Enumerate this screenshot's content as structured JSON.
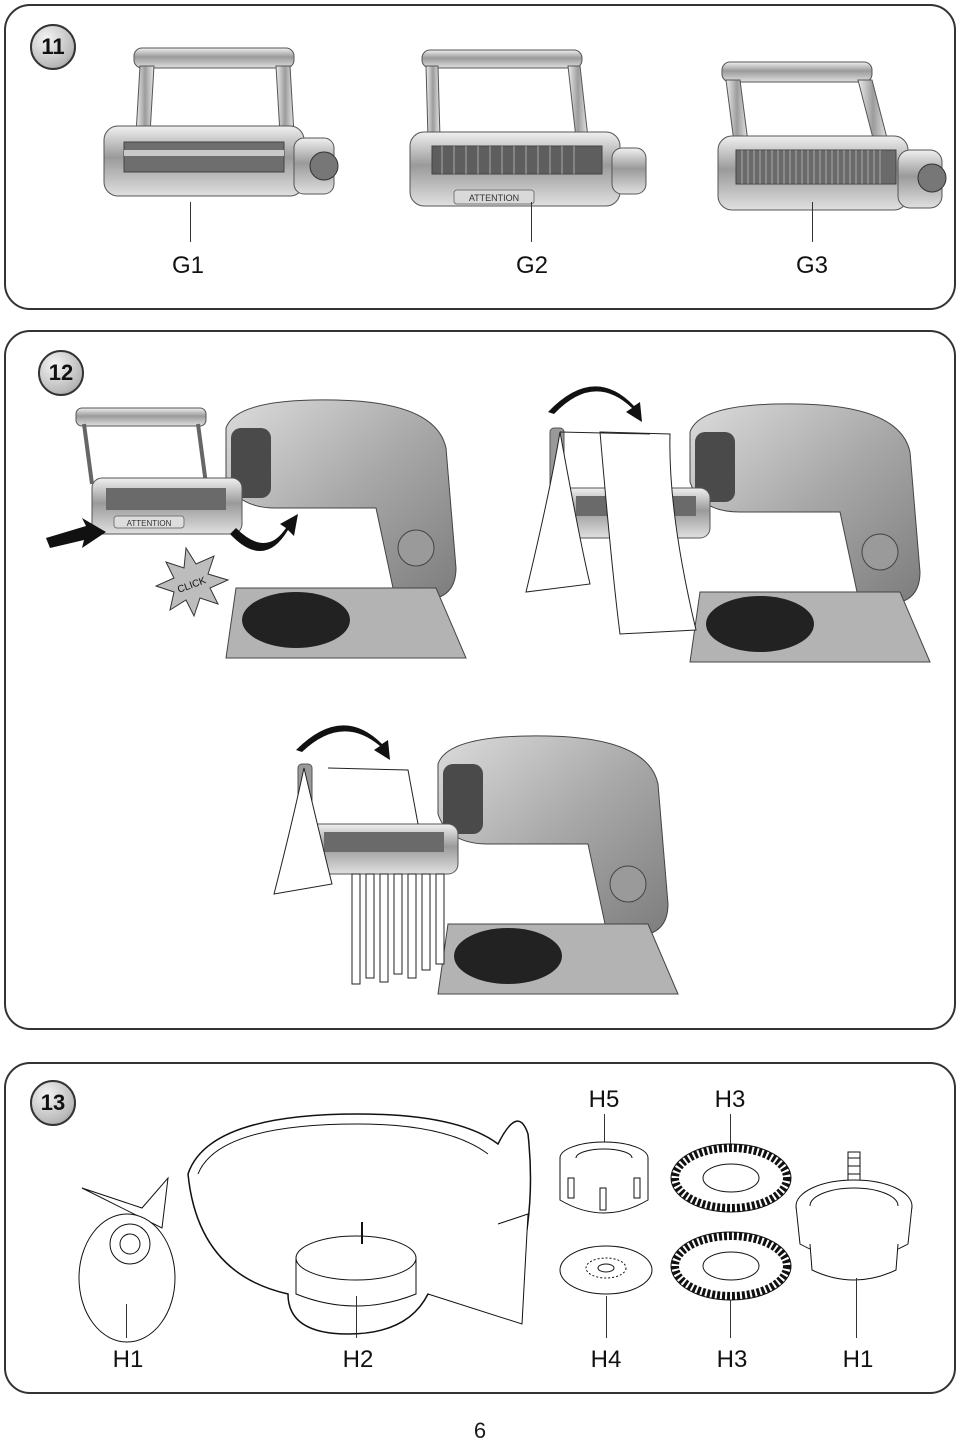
{
  "sections": [
    {
      "number": "11",
      "labels": [
        "G1",
        "G2",
        "G3"
      ]
    },
    {
      "number": "12",
      "click_text": "CLICK",
      "attention_text": "ATTENTION"
    },
    {
      "number": "13",
      "labels_top": [
        "H5",
        "H3"
      ],
      "labels_bottom": [
        "H1",
        "H2",
        "H4",
        "H3",
        "H1"
      ]
    }
  ],
  "page_number": "6",
  "colors": {
    "metal": "#bdbdbd",
    "dark": "#333333",
    "outline": "#111111"
  }
}
